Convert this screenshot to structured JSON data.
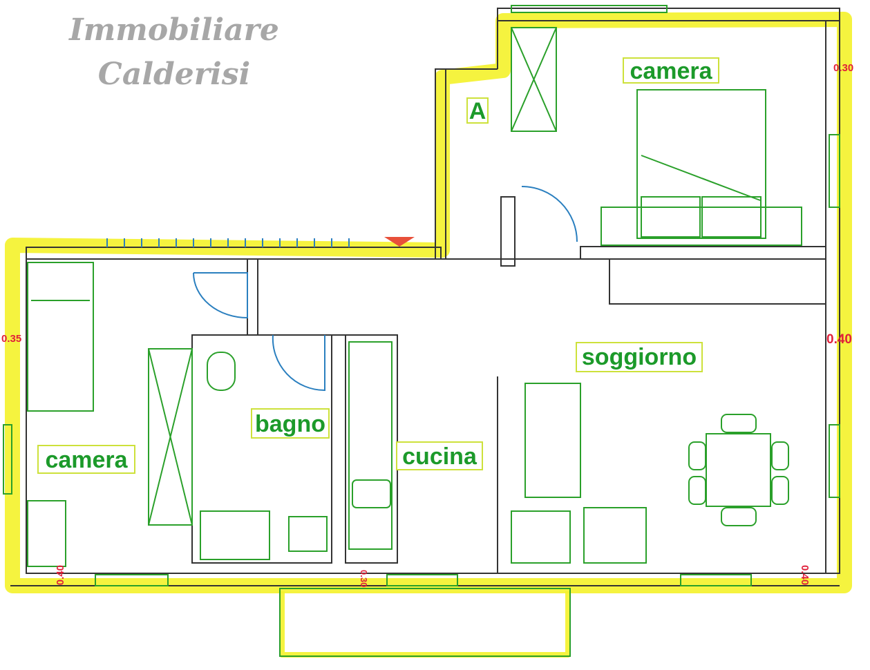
{
  "brand": {
    "line1": "Immobiliare",
    "line2": "Calderisi"
  },
  "rooms": {
    "camera_top": "camera",
    "hall": "A",
    "soggiorno": "soggiorno",
    "bagno": "bagno",
    "cucina": "cucina",
    "camera_left": "camera"
  },
  "dimensions": {
    "top_right": "0.30",
    "left": "0.35",
    "right": "0.40",
    "bottom_left": "0.40",
    "bottom_mid": "0.30",
    "bottom_right": "0.40"
  },
  "colors": {
    "highlight": "#f4f22a",
    "room_text": "#1c9a2a",
    "dim_text": "#e0203a"
  }
}
